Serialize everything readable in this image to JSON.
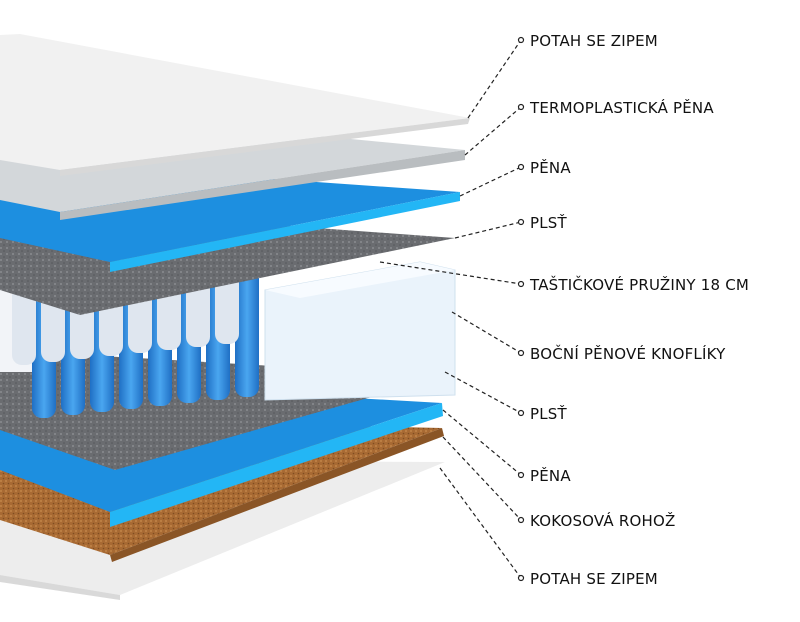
{
  "labels": [
    "POTAH SE ZIPEM",
    "TERMOPLASTICKÁ PĚNA",
    "PĚNA",
    "PLSŤ",
    "TAŠTIČKOVÉ PRUŽINY 18 CM",
    "BOČNÍ PĚNOVÉ KNOFLÍKY",
    "PLSŤ",
    "PĚNA",
    "KOKOSOVÁ ROHOŽ",
    "POTAH SE ZIPEM"
  ],
  "colors": {
    "cover": "#eeeeee",
    "thermo_foam": "#d3d7da",
    "foam": "#1d8fe0",
    "felt": "#6a6c70",
    "springs": "#2f8ee6",
    "side_foam": "#eaf3fb",
    "coco": "#a86a33"
  }
}
